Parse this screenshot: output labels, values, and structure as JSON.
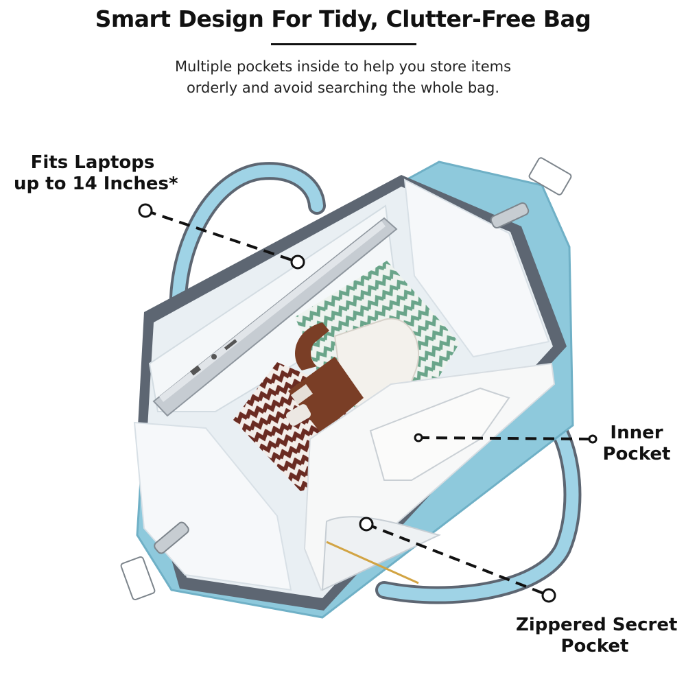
{
  "header": {
    "title": "Smart Design For Tidy, Clutter-Free Bag",
    "subtitle_line1": "Multiple pockets inside to help you store items",
    "subtitle_line2": "orderly and avoid searching the whole bag."
  },
  "callouts": {
    "laptop_line1": "Fits Laptops",
    "laptop_line2": "up to 14 Inches*",
    "inner_line1": "Inner",
    "inner_line2": "Pocket",
    "zip_line1": "Zippered Secret",
    "zip_line2": "Pocket"
  },
  "colors": {
    "bag_blue": "#8ec9dc",
    "trim_gray": "#5d6672",
    "lining": "#e9eff3",
    "text": "#111111"
  }
}
